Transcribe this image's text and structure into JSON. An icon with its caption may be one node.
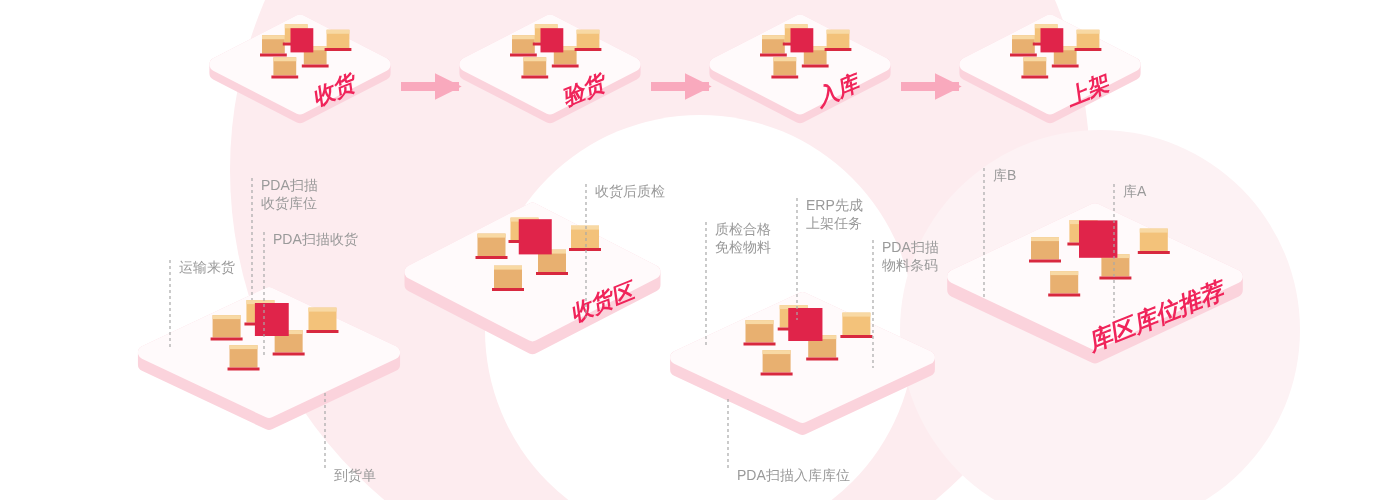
{
  "diagram": {
    "nodes": [
      {
        "text": [
          "收货"
        ]
      },
      {
        "text": [
          "验货"
        ]
      },
      {
        "text": [
          "入库"
        ]
      },
      {
        "text": [
          "上架"
        ]
      },
      {
        "text": [],
        "shape": "picture"
      },
      {
        "text": [
          "收货区"
        ]
      },
      {
        "text": [],
        "shape": "picture"
      },
      {
        "text": [
          "库区库位推荐"
        ]
      },
      {
        "text": [
          "运输来货"
        ]
      },
      {
        "text": [
          "PDA扫描收货库位"
        ]
      },
      {
        "text": [
          "PDA扫描收货"
        ]
      },
      {
        "text": [
          "到货单"
        ]
      },
      {
        "text": [
          "收货后质检"
        ]
      },
      {
        "text": [
          "质检合格免检物料"
        ]
      },
      {
        "text": [
          "ERP先成上架任务"
        ]
      },
      {
        "text": [
          "PDA扫描物料条码"
        ]
      },
      {
        "text": [
          "PDA扫描入库库位"
        ]
      },
      {
        "text": [
          "库B"
        ]
      },
      {
        "text": [
          "库A"
        ]
      }
    ],
    "edges": [
      {
        "from": 0,
        "to": 1,
        "arrow": "to",
        "style": "thick",
        "color": "#f9a9bd"
      },
      {
        "from": 1,
        "to": 2,
        "arrow": "to",
        "style": "thick",
        "color": "#f9a9bd"
      },
      {
        "from": 2,
        "to": 3,
        "arrow": "to",
        "style": "thick",
        "color": "#f9a9bd"
      },
      {
        "from": 8,
        "to": 4,
        "arrow": "none",
        "style": "dashed"
      },
      {
        "from": 9,
        "to": 4,
        "arrow": "none",
        "style": "dashed"
      },
      {
        "from": 10,
        "to": 4,
        "arrow": "none",
        "style": "dashed"
      },
      {
        "from": 11,
        "to": 4,
        "arrow": "none",
        "style": "dashed"
      },
      {
        "from": 12,
        "to": 5,
        "arrow": "none",
        "style": "dashed"
      },
      {
        "from": 13,
        "to": 6,
        "arrow": "none",
        "style": "dashed"
      },
      {
        "from": 14,
        "to": 6,
        "arrow": "none",
        "style": "dashed"
      },
      {
        "from": 15,
        "to": 6,
        "arrow": "none",
        "style": "dashed"
      },
      {
        "from": 16,
        "to": 6,
        "arrow": "none",
        "style": "dashed"
      },
      {
        "from": 17,
        "to": 7,
        "arrow": "none",
        "style": "dashed"
      },
      {
        "from": 18,
        "to": 7,
        "arrow": "none",
        "style": "dashed"
      }
    ]
  }
}
